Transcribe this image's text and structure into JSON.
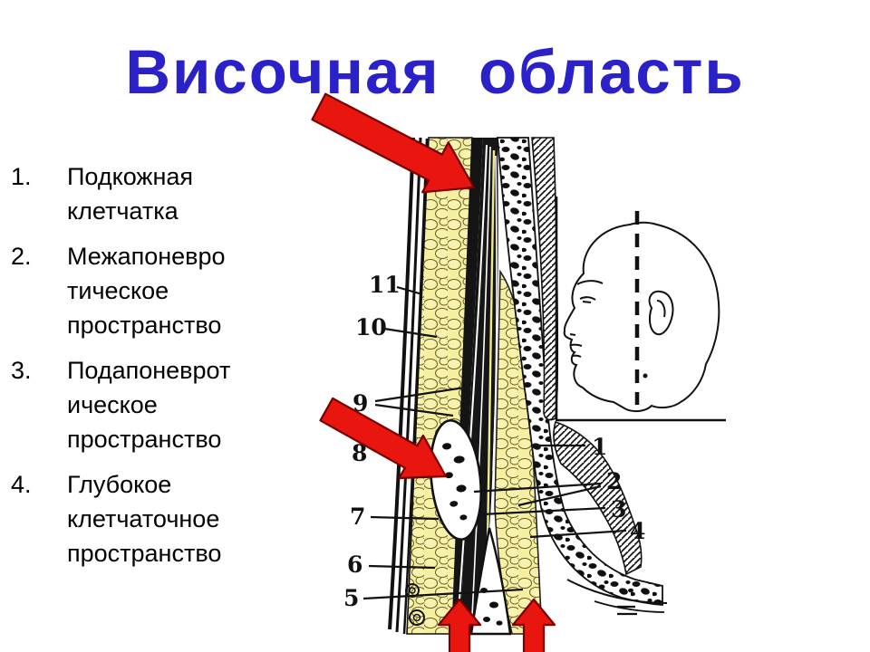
{
  "slide": {
    "title": "Височная  область",
    "title_color": "#2a22c8"
  },
  "list": {
    "items": [
      {
        "number": "1.",
        "lines": [
          "Подкожная",
          "клетчатка"
        ]
      },
      {
        "number": "2.",
        "lines": [
          "Межапоневро",
          "тическое",
          "пространство"
        ]
      },
      {
        "number": "3.",
        "lines": [
          "Подапоневрот",
          "ическое",
          "пространство"
        ]
      },
      {
        "number": "4.",
        "lines": [
          "Глубокое",
          "клетчаточное",
          "пространство"
        ]
      }
    ]
  },
  "figure": {
    "description": "Cross-section of temporal region layers with numbered labels and head profile inset",
    "labels": {
      "n11": "11",
      "n10": "10",
      "n9": "9",
      "n8": "8",
      "n7": "7",
      "n6": "6",
      "n5": "5",
      "n1": "1",
      "n2": "2",
      "n3": "3",
      "n4": "4"
    },
    "colors": {
      "fat_yellow": "#f5efa2",
      "arrow_red": "#e9150f",
      "ink": "#111111"
    }
  }
}
